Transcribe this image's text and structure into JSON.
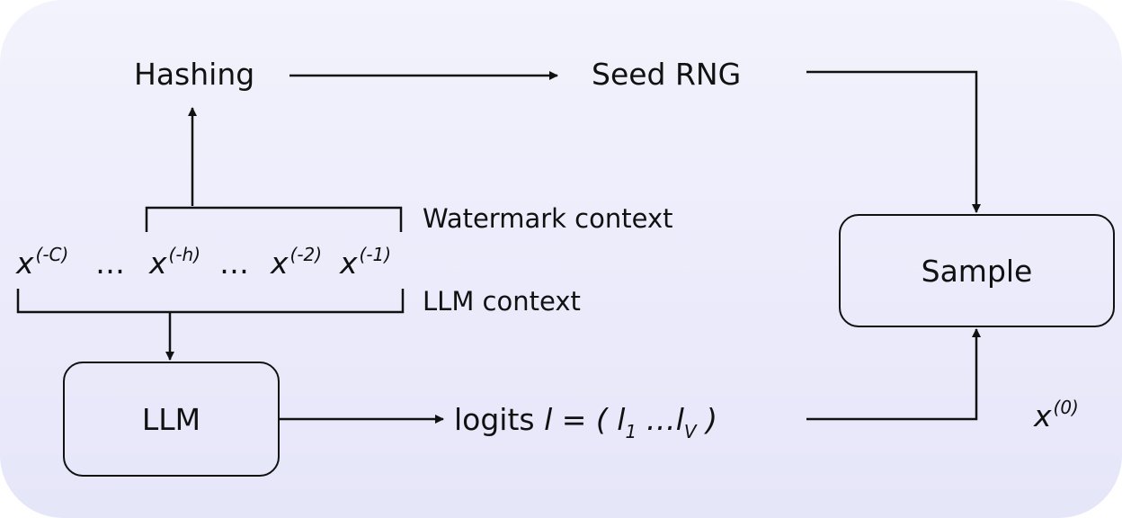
{
  "nodes": {
    "hashing": "Hashing",
    "seed_rng": "Seed RNG",
    "sample": "Sample",
    "llm": "LLM",
    "watermark_context": "Watermark context",
    "llm_context": "LLM context"
  },
  "tokens": {
    "x": "x",
    "ellipsis": "…",
    "sup_minus_c": "(-C)",
    "sup_minus_h": "(-h)",
    "sup_minus_2": "(-2)",
    "sup_minus_1": "(-1)",
    "sup_zero": "(0)"
  },
  "logits": {
    "prefix": "logits",
    "l": "l",
    "equals_open": "= (",
    "sub_1": "1",
    "mid_ellipsis": "…",
    "sub_v": "V",
    "close": ")"
  }
}
